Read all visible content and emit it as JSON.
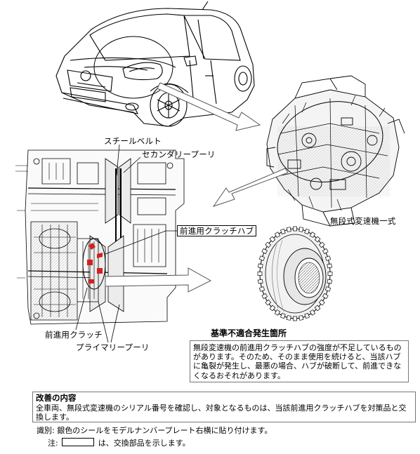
{
  "labels": {
    "steel_belt": "スチールベルト",
    "secondary_pulley": "セカンダリープーリ",
    "forward_clutch_hub": "前進用クラッチハブ",
    "cvt_assembly": "無段式変速機一式",
    "forward_clutch": "前進用クラッチ",
    "primary_pulley": "プライマリープーリ"
  },
  "notice": {
    "title": "基準不適合発生箇所",
    "body": "無段変速機の前進用クラッチハブの強度が不足しているものがあります。そのため、そのまま使用を続けると、当該ハブに亀裂が発生し、最悪の場合、ハブが破断して、前進できなくなるおそれがあります。"
  },
  "improvement": {
    "title": "改善の内容",
    "body": "全車両、無段式変速機のシリアル番号を確認し、対象となるものは、当該前進用クラッチハブを対策品と交換します。"
  },
  "identification": {
    "text": "識別: 銀色のシールをモデルナンバープレート右横に貼り付けます。"
  },
  "note": {
    "prefix": "注:",
    "suffix": "は、交換部品を示します。"
  },
  "colors": {
    "highlight": "#d42020",
    "line": "#000000",
    "shadow": "#888888"
  }
}
